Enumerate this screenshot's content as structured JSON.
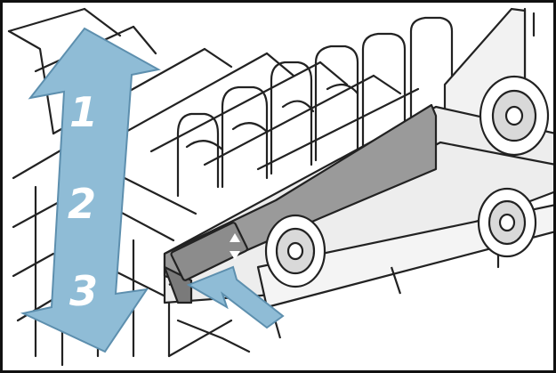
{
  "illustration": {
    "subject": "dishwasher-upper-rack-height-adjustment",
    "icon": "up-down-arrow-icon",
    "colors": {
      "background": "#ffffff",
      "arrow": "#8fbcd6",
      "arrow_outline": "#5d8fae",
      "line": "#222222",
      "rack_fill": "#efefef",
      "rail_fill": "#ebebeb",
      "lever_fill": "#9a9a9a",
      "lever_dark": "#7a7a7a",
      "frame": "#111111"
    }
  },
  "height_positions": {
    "labels": [
      "1",
      "2",
      "3"
    ]
  }
}
